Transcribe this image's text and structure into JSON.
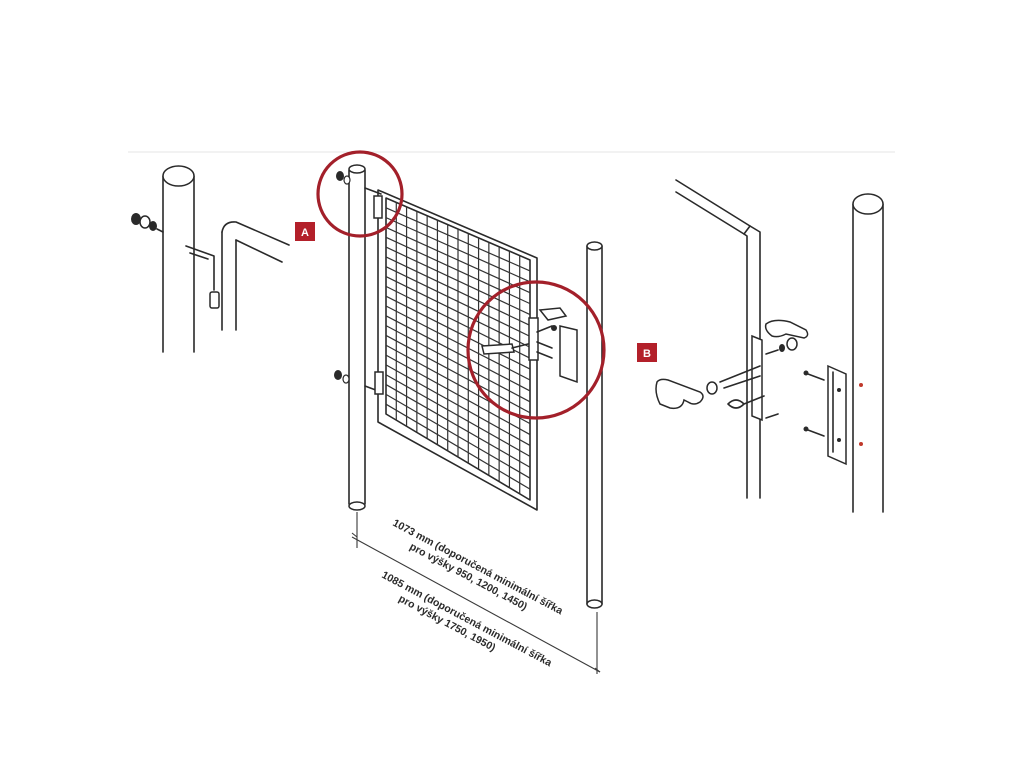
{
  "labels": {
    "callout_a": "A",
    "callout_b": "B"
  },
  "dimensions": {
    "inner_line1": "1073 mm (doporučená minimální šířka",
    "inner_line2": "pro výšky 950, 1200, 1450)",
    "outer_line1": "1085 mm (doporučená minimální šířka",
    "outer_line2": "pro výšky 1750, 1950)"
  },
  "colors": {
    "accent": "#b3202a",
    "line": "#2a2a2a"
  }
}
